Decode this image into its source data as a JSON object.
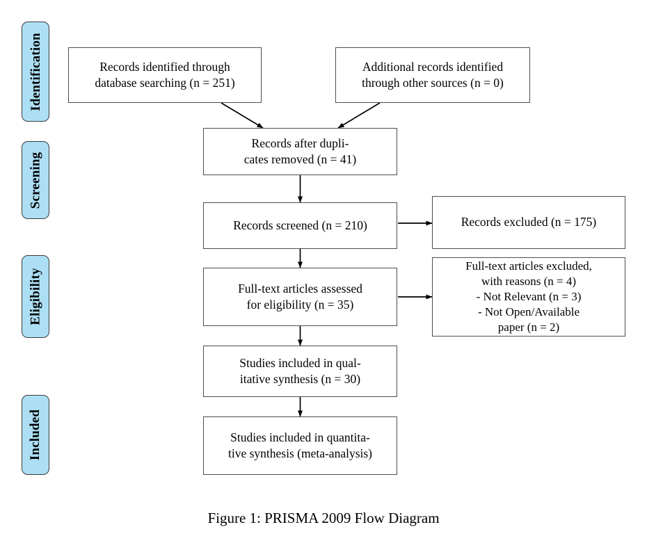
{
  "figure": {
    "caption": "Figure 1: PRISMA 2009 Flow Diagram",
    "accent_color": "#ADDFF4",
    "box_border_color": "#4d4d4d",
    "label_border_color": "#3a3a3a",
    "background_color": "#ffffff"
  },
  "stages": [
    {
      "id": "identification",
      "label": "Identification"
    },
    {
      "id": "screening",
      "label": "Screening"
    },
    {
      "id": "eligibility",
      "label": "Eligibility"
    },
    {
      "id": "included",
      "label": "Included"
    }
  ],
  "boxes": {
    "records_identified": {
      "text": "Records identified through\ndatabase searching (n = 251)",
      "n": 251
    },
    "additional_records": {
      "text": "Additional records identified\nthrough other sources (n = 0)",
      "n": 0
    },
    "duplicates_removed": {
      "text": "Records after dupli-\ncates removed (n = 41)",
      "n": 41
    },
    "records_screened": {
      "text": "Records screened (n = 210)",
      "n": 210
    },
    "records_excluded": {
      "text": "Records excluded (n = 175)",
      "n": 175
    },
    "fulltext_assessed": {
      "text": "Full-text articles assessed\nfor eligibility (n = 35)",
      "n": 35
    },
    "fulltext_excluded": {
      "text": "Full-text articles excluded,\nwith reasons (n = 4)\n- Not Relevant (n = 3)\n- Not Open/Available\npaper (n = 2)",
      "n": 4,
      "reasons": [
        {
          "label": "Not Relevant",
          "n": 3
        },
        {
          "label": "Not Open/Available paper",
          "n": 2
        }
      ]
    },
    "qualitative_synthesis": {
      "text": "Studies included in qual-\nitative synthesis (n = 30)",
      "n": 30
    },
    "quantitative_synthesis": {
      "text": "Studies included in quantita-\ntive synthesis (meta-analysis)",
      "n": null
    }
  },
  "flow_data": {
    "type": "diagram",
    "title": "PRISMA 2009 Flow Diagram",
    "nodes": [
      {
        "id": "records_identified",
        "stage": "identification",
        "n": 251
      },
      {
        "id": "additional_records",
        "stage": "identification",
        "n": 0
      },
      {
        "id": "duplicates_removed",
        "stage": "screening",
        "n": 41
      },
      {
        "id": "records_screened",
        "stage": "screening",
        "n": 210
      },
      {
        "id": "records_excluded",
        "stage": "screening",
        "n": 175
      },
      {
        "id": "fulltext_assessed",
        "stage": "eligibility",
        "n": 35
      },
      {
        "id": "fulltext_excluded",
        "stage": "eligibility",
        "n": 4
      },
      {
        "id": "qualitative_synthesis",
        "stage": "included",
        "n": 30
      },
      {
        "id": "quantitative_synthesis",
        "stage": "included",
        "n": null
      }
    ],
    "edges": [
      {
        "from": "records_identified",
        "to": "duplicates_removed",
        "kind": "diagonal"
      },
      {
        "from": "additional_records",
        "to": "duplicates_removed",
        "kind": "diagonal"
      },
      {
        "from": "duplicates_removed",
        "to": "records_screened",
        "kind": "vertical"
      },
      {
        "from": "records_screened",
        "to": "records_excluded",
        "kind": "horizontal"
      },
      {
        "from": "records_screened",
        "to": "fulltext_assessed",
        "kind": "vertical"
      },
      {
        "from": "fulltext_assessed",
        "to": "fulltext_excluded",
        "kind": "horizontal"
      },
      {
        "from": "fulltext_assessed",
        "to": "qualitative_synthesis",
        "kind": "vertical"
      },
      {
        "from": "qualitative_synthesis",
        "to": "quantitative_synthesis",
        "kind": "vertical"
      }
    ]
  }
}
